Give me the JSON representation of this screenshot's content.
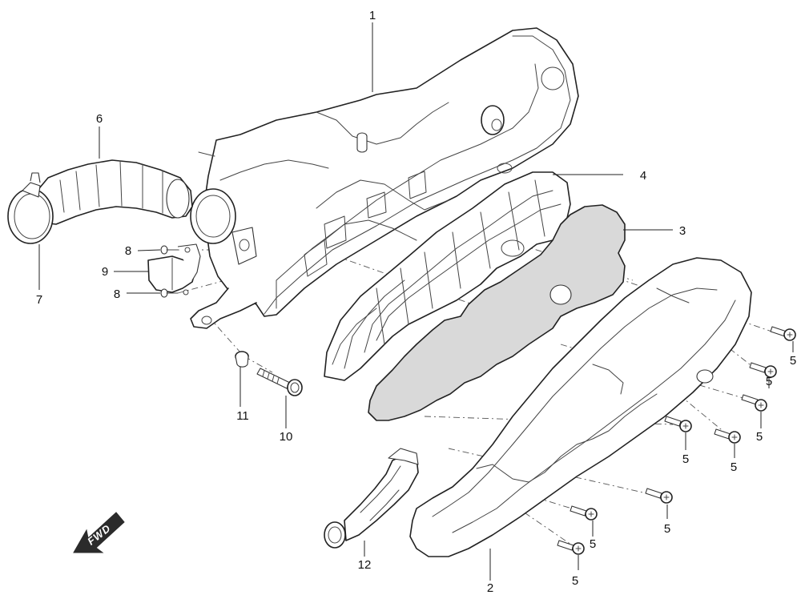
{
  "callouts": {
    "c1": "1",
    "c2": "2",
    "c3": "3",
    "c4": "4",
    "c5": "5",
    "c6": "6",
    "c7": "7",
    "c8": "8",
    "c9": "9",
    "c10": "10",
    "c11": "11",
    "c12": "12"
  },
  "direction_label": "FWD",
  "colors": {
    "line": "#222222",
    "filter_fill": "#d9d9d9",
    "arrow_fill": "#2b2b2b"
  }
}
